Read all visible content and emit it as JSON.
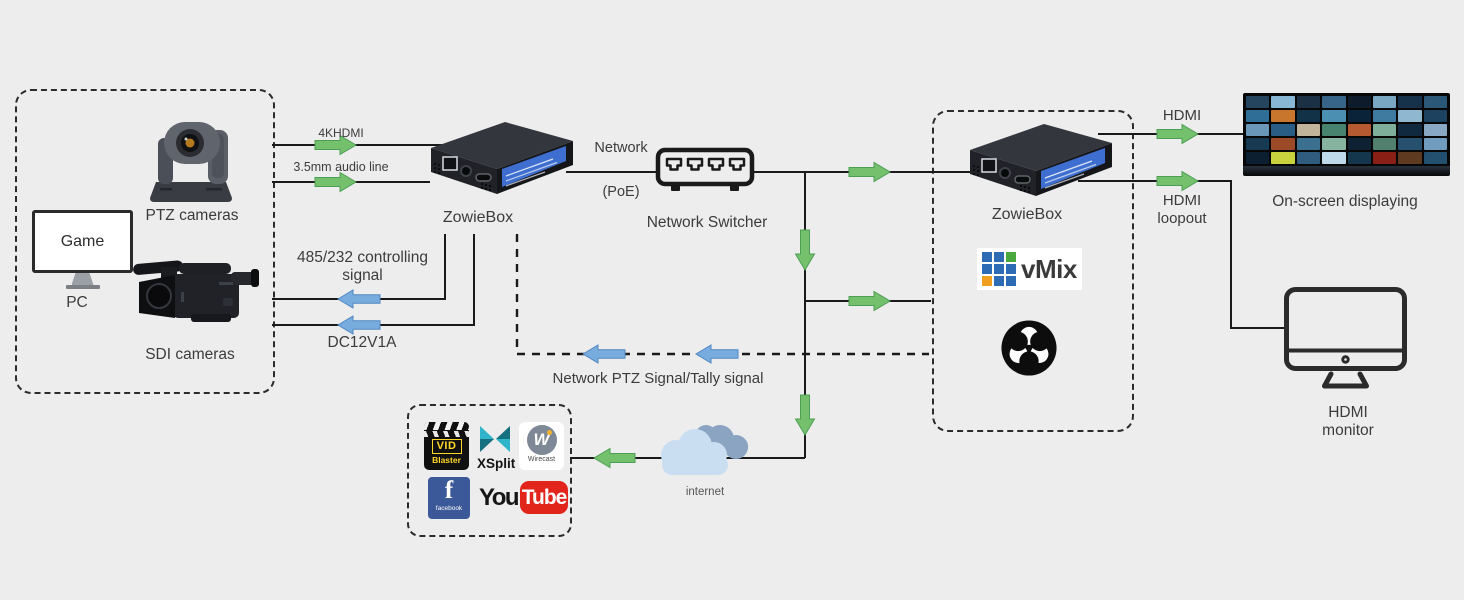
{
  "diagram": {
    "left_group": {
      "ptz_label": "PTZ cameras",
      "pc_screen": "Game",
      "pc_label": "PC",
      "sdi_label": "SDI cameras"
    },
    "encoder": {
      "label": "ZowieBox"
    },
    "decoder": {
      "label": "ZowieBox"
    },
    "switcher": {
      "top_label": "Network",
      "poe_label": "(PoE)",
      "label": "Network Switcher"
    },
    "links": {
      "hdmi4k": "4KHDMI",
      "audio": "3.5mm audio line",
      "control_l1": "485/232 controlling",
      "control_l2": "signal",
      "power": "DC12V1A",
      "ptz_tally": "Network PTZ Signal/Tally signal",
      "hdmi": "HDMI",
      "loopout_l1": "HDMI",
      "loopout_l2": "loopout"
    },
    "outputs": {
      "wall_label": "On-screen displaying",
      "monitor_l1": "HDMI",
      "monitor_l2": "monitor"
    },
    "internet": {
      "label": "internet"
    },
    "software": {
      "vmix_text": "vMix",
      "vmix_grid": [
        [
          "#2d6cb5",
          "#2d6cb5",
          "#4aa93e"
        ],
        [
          "#2d6cb5",
          "#2d6cb5",
          "#2d6cb5"
        ],
        [
          "#f0a01f",
          "#2d6cb5",
          "#2d6cb5"
        ]
      ],
      "vidblaster_top": "VID",
      "vidblaster_bottom": "Blaster",
      "xsplit": "XSplit",
      "wirecast_w": "W",
      "wirecast": "Wirecast",
      "facebook_f": "f",
      "facebook": "facebook",
      "youtube_you": "You",
      "youtube_tube": "Tube"
    },
    "colors": {
      "background": "#ededed",
      "line": "#1a1a1a",
      "green_arrow": "#74c06c",
      "blue_arrow": "#78acdf",
      "screen_blue": "#3e6fd0"
    },
    "wall_tiles": [
      "#25455f",
      "#87b7d4",
      "#1b2f45",
      "#37658a",
      "#0d1b2a",
      "#7aa7c2",
      "#16324a",
      "#2c5878",
      "#2f6e96",
      "#c8762e",
      "#123247",
      "#4b8fb3",
      "#0a2338",
      "#3f7ba1",
      "#8fb8d0",
      "#1d4260",
      "#6a97b8",
      "#2a5d83",
      "#c2b49a",
      "#47836f",
      "#b65a32",
      "#7fae9a",
      "#10293e",
      "#88a8c4",
      "#173a52",
      "#9c4a28",
      "#3b718f",
      "#86b4a0",
      "#0e2133",
      "#52806f",
      "#274f6e",
      "#6f9cbf",
      "#0c1f30",
      "#c8d23e",
      "#2f5c7f",
      "#bfd9ea",
      "#15374e",
      "#8a1f16",
      "#5d3a20",
      "#24506f"
    ]
  }
}
